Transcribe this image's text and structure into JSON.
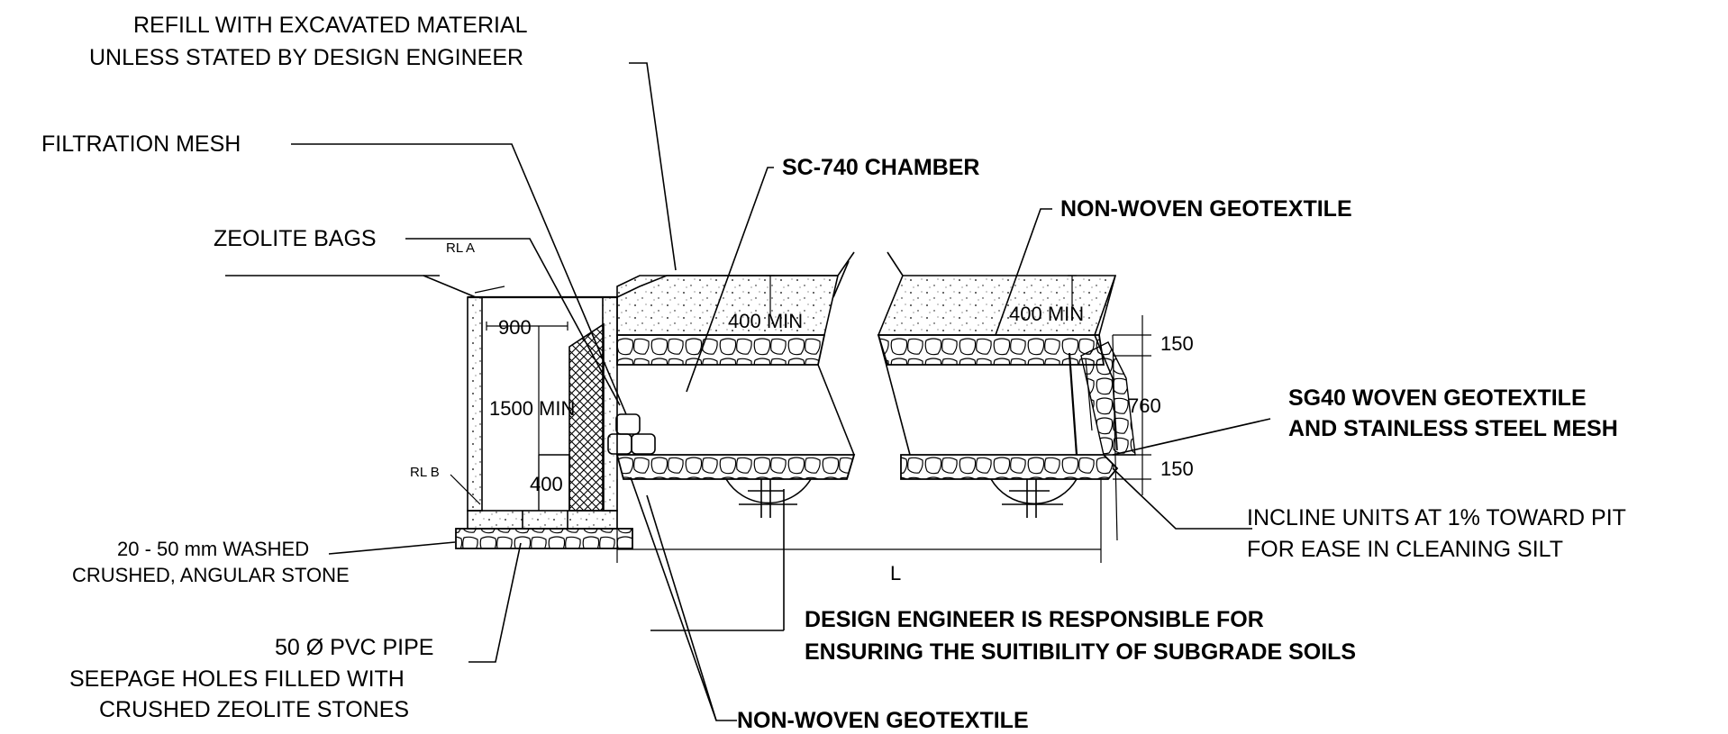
{
  "labels": {
    "refill_line1": "REFILL WITH EXCAVATED MATERIAL",
    "refill_line2": "UNLESS STATED BY DESIGN ENGINEER",
    "filtration_mesh": "FILTRATION MESH",
    "sc740": "SC-740 CHAMBER",
    "geotextile_top": "NON-WOVEN GEOTEXTILE",
    "zeolite_bags": "ZEOLITE BAGS",
    "rl_a": "RL A",
    "rl_b": "RL B",
    "sg40_line1": "SG40 WOVEN GEOTEXTILE",
    "sg40_line2": "AND STAINLESS STEEL MESH",
    "incline_line1": "INCLINE UNITS AT 1% TOWARD PIT",
    "incline_line2": "FOR EASE IN CLEANING SILT",
    "stone_line1": "20 - 50 mm WASHED",
    "stone_line2": "CRUSHED, ANGULAR STONE",
    "pipe_line1": "50 Ø PVC PIPE",
    "pipe_line2": "SEEPAGE HOLES FILLED WITH",
    "pipe_line3": "CRUSHED ZEOLITE STONES",
    "design_line1": "DESIGN ENGINEER IS RESPONSIBLE FOR",
    "design_line2": "ENSURING THE SUITIBILITY OF SUBGRADE SOILS",
    "geotextile_bottom": "NON-WOVEN GEOTEXTILE"
  },
  "dimensions": {
    "pit_width": "900",
    "pit_depth": "1500  MIN",
    "pit_base": "400",
    "cover_left": "400  MIN",
    "cover_right": "400  MIN",
    "stone_top": "150",
    "chamber_height": "760",
    "stone_bottom": "150",
    "length": "L"
  }
}
